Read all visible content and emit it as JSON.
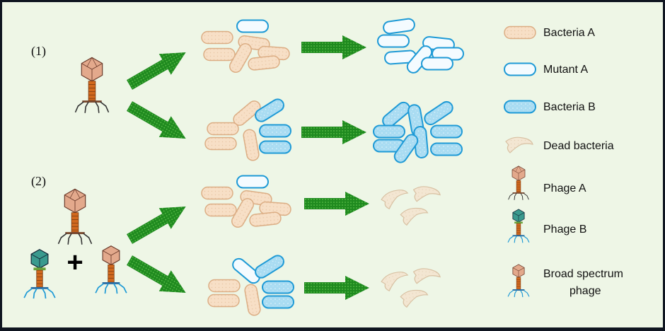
{
  "panels": {
    "panel1": "(1)",
    "panel2": "(2)"
  },
  "combine_symbol": "+",
  "legend": [
    {
      "label": "Bacteria A",
      "icon": "bacteria-a-icon"
    },
    {
      "label": "Mutant A",
      "icon": "mutant-a-icon"
    },
    {
      "label": "Bacteria B",
      "icon": "bacteria-b-icon"
    },
    {
      "label": "Dead bacteria",
      "icon": "dead-bacteria-icon"
    },
    {
      "label": "Phage A",
      "icon": "phage-a-icon"
    },
    {
      "label": "Phage B",
      "icon": "phage-b-icon"
    },
    {
      "label_line1": "Broad spectrum",
      "label_line2": "phage",
      "icon": "broad-spectrum-phage-icon"
    }
  ],
  "colors": {
    "background": "#eef6e6",
    "frame": "#0f1520",
    "bacteria_a_fill": "#f7dfc6",
    "bacteria_a_stroke": "#dcae85",
    "mutant_fill": "#f4fbff",
    "mutant_stroke": "#1e9ad6",
    "bacteria_b_fill": "#a9dcf2",
    "bacteria_b_stroke": "#1e9ad6",
    "dead_fill": "#f3e6d2",
    "dead_stroke": "#d8c1a3",
    "arrow_green": "#1f8a1f",
    "phage_head_a": "#e3a98c",
    "phage_head_b": "#3a9a8e",
    "phage_tail": "#d2691e",
    "phage_legs_a": "#333333",
    "phage_legs_b": "#1e9ad6"
  }
}
